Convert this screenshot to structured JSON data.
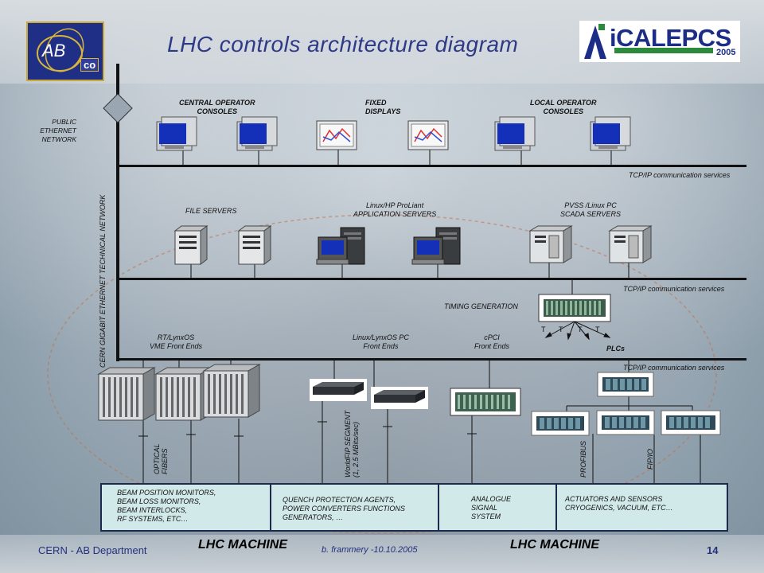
{
  "title": "LHC controls architecture diagram",
  "logos": {
    "ab": {
      "line1": "AB",
      "line2": "co"
    },
    "icalepcs": {
      "text": "iCALEPCS",
      "year": "2005"
    }
  },
  "networks": {
    "public": "PUBLIC\nETHERNET\nNETWORK",
    "technical": "CERN GIGABIT ETHERNET TECHNICAL NETWORK",
    "tcpip1": "TCP/IP communication services",
    "tcpip2": "TCP/IP communication services",
    "tcpip3": "TCP/IP communication services"
  },
  "tier1": {
    "central": "CENTRAL OPERATOR\nCONSOLES",
    "fixed": "FIXED\nDISPLAYS",
    "local": "LOCAL OPERATOR\nCONSOLES"
  },
  "tier2": {
    "file": "FILE SERVERS",
    "app": "Linux/HP ProLiant\nAPPLICATION SERVERS",
    "scada": "PVSS /Linux PC\nSCADA SERVERS"
  },
  "timing": "TIMING GENERATION",
  "t_label": "T",
  "plcs": "PLCs",
  "tier3": {
    "vme": "RT/LynxOS\nVME Front Ends",
    "pc": "Linux/LynxOS PC\nFront Ends",
    "cpci": "cPCI\nFront Ends"
  },
  "vertical": {
    "optical": "OPTICAL\nFIBERS",
    "worldfip": "WorldFIP SEGMENT\n(1, 2.5 MBits/sec)",
    "profibus": "PROFIBUS",
    "fipio": "FIP/IO"
  },
  "bottom": {
    "col1": "BEAM POSITION MONITORS,\nBEAM LOSS MONITORS,\nBEAM INTERLOCKS,\nRF SYSTEMS, ETC…",
    "col2": "QUENCH PROTECTION AGENTS,\nPOWER CONVERTERS FUNCTIONS\nGENERATORS, …",
    "col3": "ANALOGUE\nSIGNAL\nSYSTEM",
    "col4": "ACTUATORS AND SENSORS\nCRYOGENICS, VACUUM, ETC…"
  },
  "machine_label": "LHC MACHINE",
  "footer": {
    "dept": "CERN - AB Department",
    "author": "b. frammery -10.10.2005",
    "page": "14"
  }
}
